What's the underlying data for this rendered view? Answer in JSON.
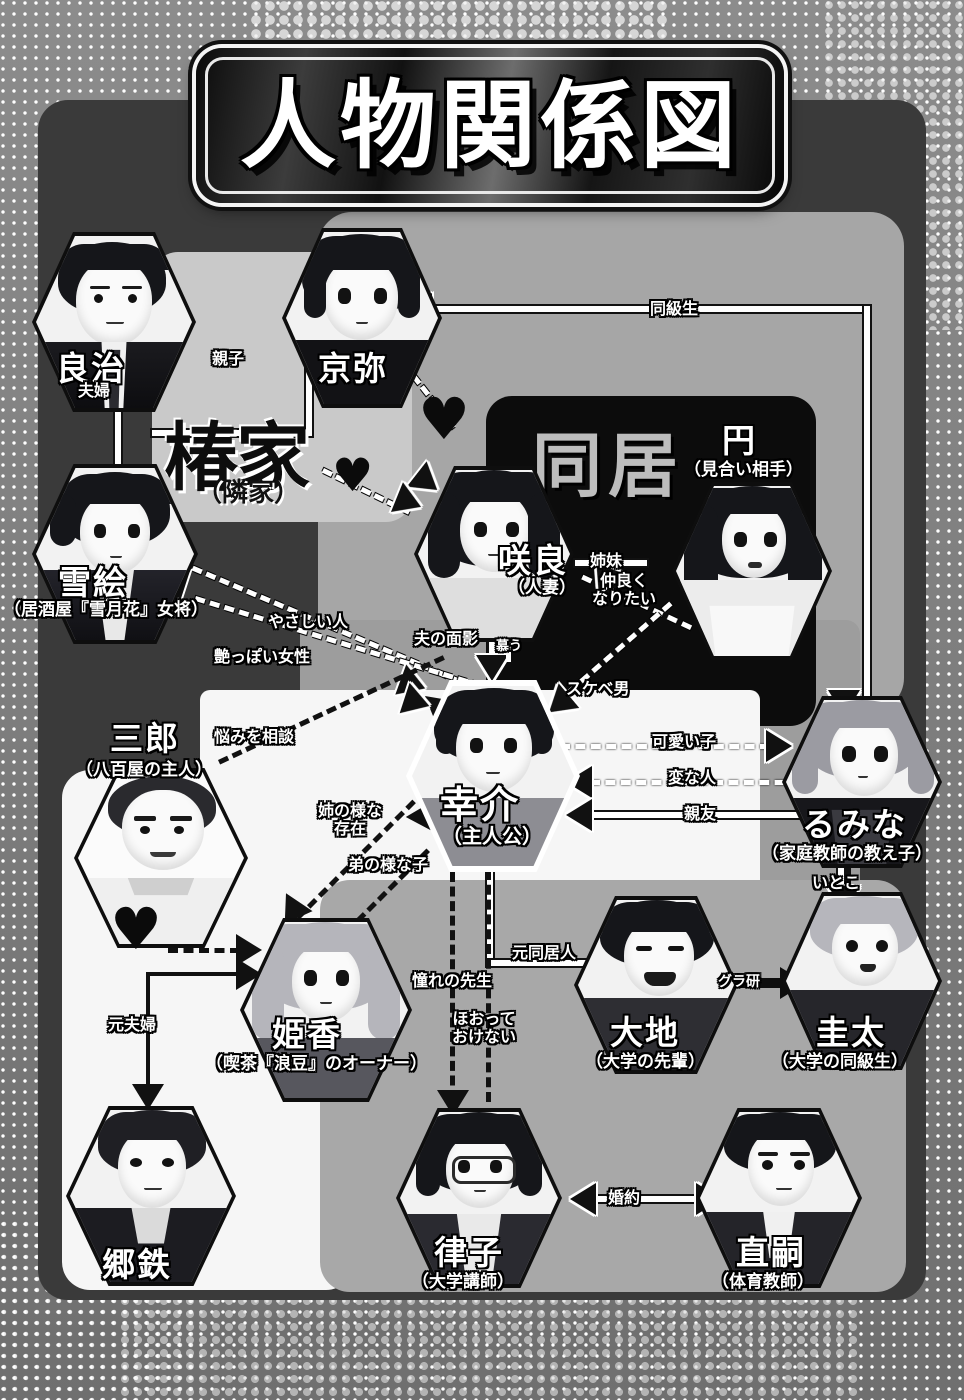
{
  "title": "人物関係図",
  "groups": {
    "tsubaki": {
      "name": "椿家",
      "sub": "（隣家）"
    },
    "dokyo": {
      "name": "同居"
    }
  },
  "characters": [
    {
      "id": "ryouji",
      "name": "良治",
      "role": ""
    },
    {
      "id": "kyouya",
      "name": "京弥",
      "role": ""
    },
    {
      "id": "yukie",
      "name": "雪絵",
      "role": "（居酒屋『雪月花』女将）"
    },
    {
      "id": "sakura",
      "name": "咲良",
      "role": "（人妻）"
    },
    {
      "id": "madoka",
      "name": "円",
      "role": "（見合い相手）"
    },
    {
      "id": "saburou",
      "name": "三郎",
      "role": "（八百屋の主人）"
    },
    {
      "id": "kousuke",
      "name": "幸介",
      "role": "（主人公）"
    },
    {
      "id": "rumina",
      "name": "るみな",
      "role": "（家庭教師の教え子）"
    },
    {
      "id": "himeka",
      "name": "姫香",
      "role": "（喫茶『浪豆』のオーナー）"
    },
    {
      "id": "daichi",
      "name": "大地",
      "role": "（大学の先輩）"
    },
    {
      "id": "keita",
      "name": "圭太",
      "role": "（大学の同級生）"
    },
    {
      "id": "goutetsu",
      "name": "郷鉄",
      "role": ""
    },
    {
      "id": "ritsuko",
      "name": "律子",
      "role": "（大学講師）"
    },
    {
      "id": "naotsugu",
      "name": "直嗣",
      "role": "（体育教師）"
    }
  ],
  "relations": {
    "oyako": "親子",
    "fuufu": "夫婦",
    "doukyuusei": "同級生",
    "shimai": "姉妹",
    "nakayoku": "仲良く\nなりたい",
    "otto_no_omokage": "夫の面影",
    "shitau": "慕う",
    "sukebe": "スケベ男",
    "yasashii": "やさしい人",
    "tsuyappoi": "艶っぽい女性",
    "nayami": "悩みを相談",
    "ane_no_you": "姉の様な\n存在",
    "otouto_no_you": "弟の様な子",
    "kawaii": "可愛い子",
    "henna_hito": "変な人",
    "shinyuu": "親友",
    "moto_doukyonin": "元同居人",
    "guraken": "グラ研",
    "itoko": "いとこ",
    "moto_fuufu": "元夫婦",
    "akogare_sensei": "憧れの先生",
    "hootte_okenai": "ほおって\nおけない",
    "konyaku": "婚約"
  },
  "captions": {
    "yasashii": "やさしい人",
    "tsuyappoi": "艶っぽい女性",
    "nayami": "悩みを相談",
    "ane_line1": "姉の様な",
    "ane_line2": "存在",
    "otouto": "弟の様な子",
    "nakayoku_line1": "仲良く",
    "nakayoku_line2": "なりたい",
    "hootte_line1": "ほおって",
    "hootte_line2": "おけない"
  },
  "colors": {
    "ink": "#0d0d0d",
    "paper": "#f6f6f6",
    "panel_dark": "#3a3a3a",
    "panel_mid": "#a6a6a6",
    "panel_light": "#c9c9c9",
    "panel_black": "#0c0c0c"
  }
}
